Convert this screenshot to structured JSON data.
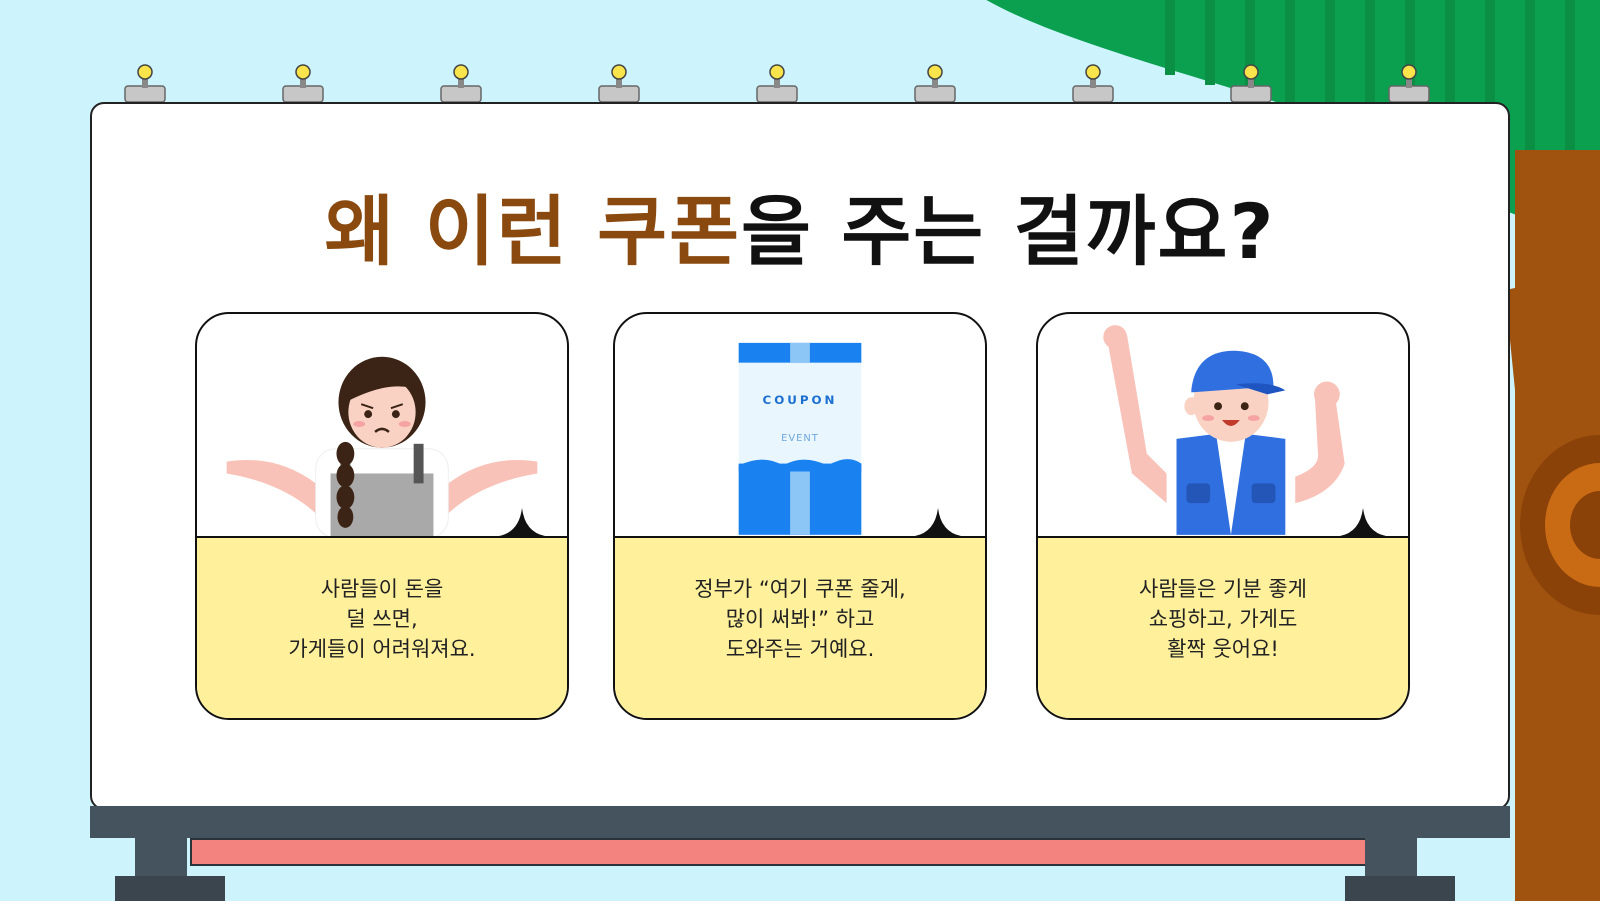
{
  "title": {
    "accent_part1": "왜 이런",
    "accent_part2": "쿠폰",
    "rest": "을 주는 걸까요?"
  },
  "cards": [
    {
      "caption": "사람들이 돈을\n덜 쓰면,\n가게들이 어려워져요."
    },
    {
      "caption": "정부가 “여기 쿠폰 줄게,\n많이 써봐!” 하고\n도와주는 거예요.",
      "coupon_label": "COUPON",
      "event_label": "EVENT"
    },
    {
      "caption": "사람들은 기분 좋게\n쇼핑하고, 가게도\n활짝 웃어요!"
    }
  ],
  "colors": {
    "background": "#cdf4fc",
    "accent_brown": "#8a4a0f",
    "caption_yellow": "#fff09b",
    "tree_green": "#0aa04f",
    "trunk_brown": "#a0520f",
    "coupon_blue": "#1a82f0"
  },
  "icons": [
    "clip-icon",
    "sparkle-icon",
    "tree-icon",
    "worried-girl-icon",
    "coupon-box-icon",
    "happy-worker-icon"
  ]
}
